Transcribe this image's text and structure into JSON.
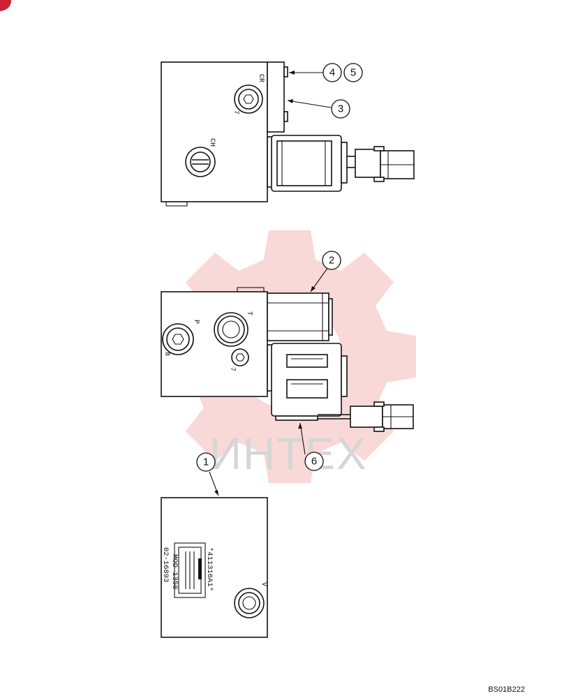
{
  "callouts": [
    "1",
    "2",
    "3",
    "4",
    "5",
    "6"
  ],
  "ports": {
    "cr": "CR",
    "ch": "CH",
    "p": "P",
    "t": "T",
    "v": "V",
    "plug_7a": "7",
    "plug_7b": "7",
    "plug_8": "8"
  },
  "stamp": {
    "part_number": "*411316A1*",
    "model": "MOD 1350",
    "serial": "02-16893"
  },
  "watermark": "ИНТЕХ",
  "drawing_code": "BS01B222",
  "colors": {
    "line": "#111111",
    "watermark_gear": "#f4b8b8",
    "watermark_text": "#d6d6d6",
    "corner_badge": "#cc2233"
  }
}
